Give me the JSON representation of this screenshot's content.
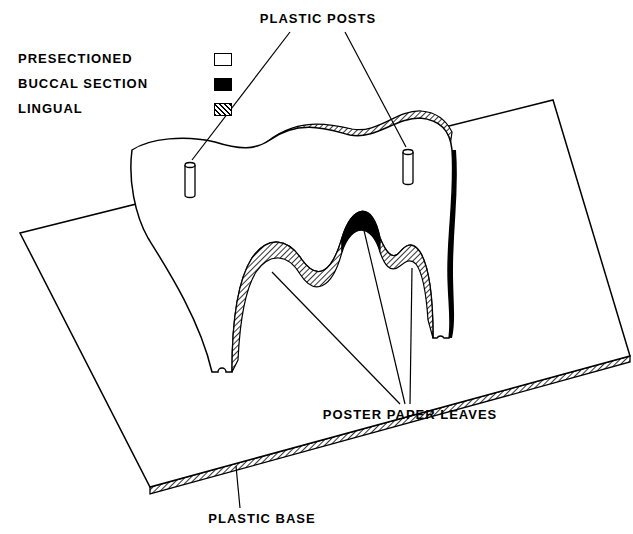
{
  "diagram": {
    "labels": [
      "PLASTIC POSTS",
      "POSTER PAPER LEAVES",
      "PLASTIC BASE"
    ],
    "legend": [
      {
        "text": "PRESECTIONED",
        "color": "#ffffff"
      },
      {
        "text": "BUCCAL SECTION",
        "color": "#000000"
      },
      {
        "text": "LINGUAL"
      }
    ]
  }
}
